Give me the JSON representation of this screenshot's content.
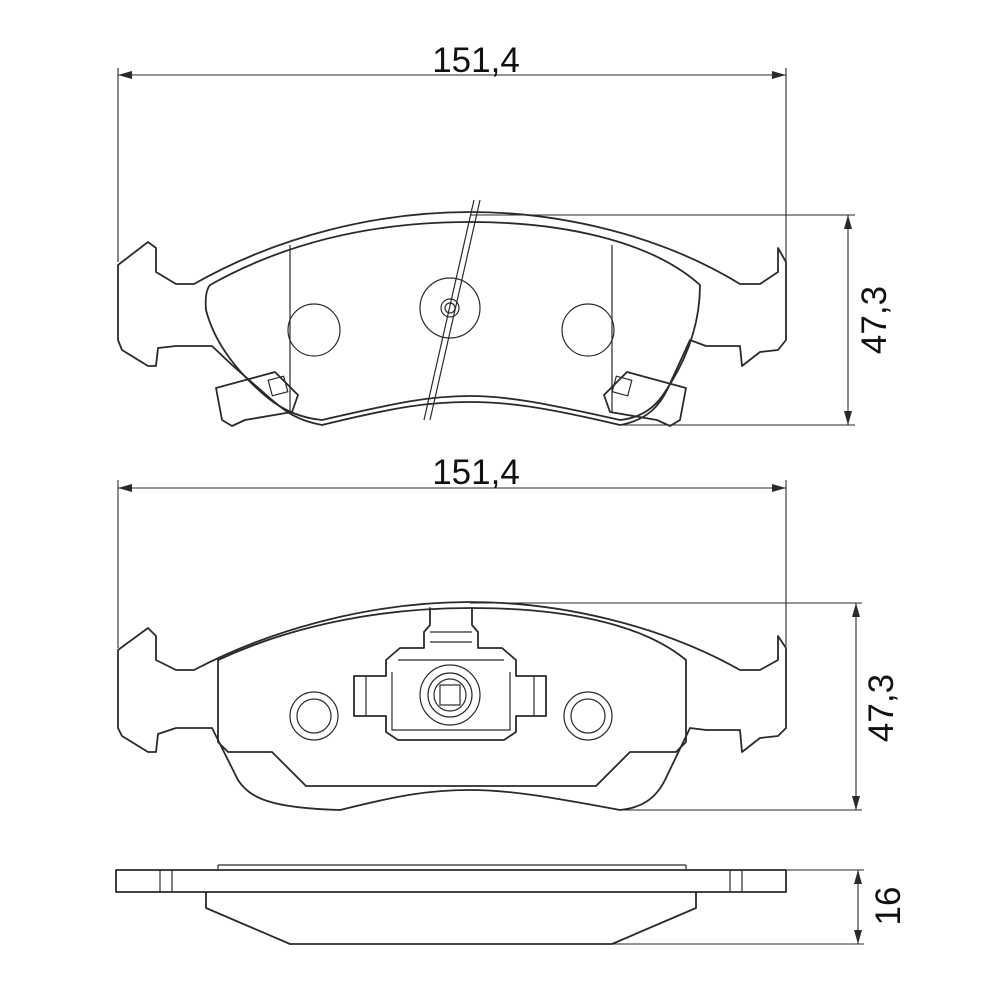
{
  "dimensions": {
    "top_width": "151,4",
    "top_height": "47,3",
    "middle_width": "151,4",
    "middle_height": "47,3",
    "side_thickness": "16"
  },
  "colors": {
    "line": "#2a2a2a",
    "background": "#ffffff"
  }
}
